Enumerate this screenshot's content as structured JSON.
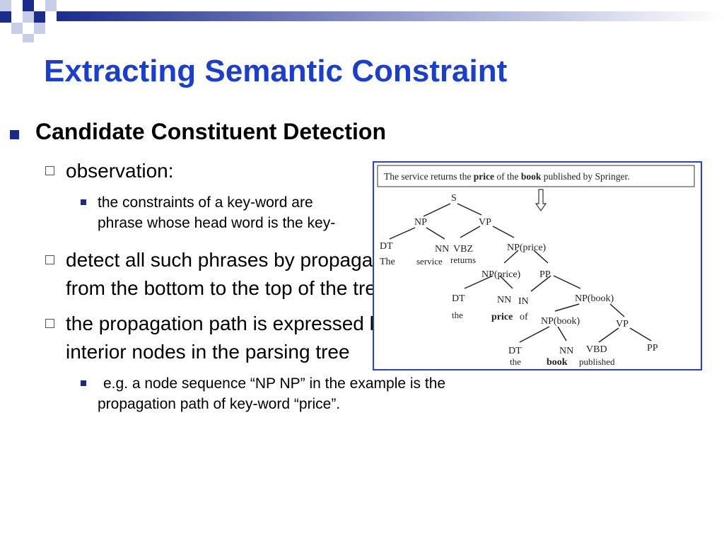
{
  "slide": {
    "title": "Extracting Semantic Constraint",
    "bullet_main": "Candidate Constituent Detection",
    "sub1": "observation:",
    "sub1_detail": [
      "the constraints of a key-word are",
      "phrase whose head word is the key-"
    ],
    "sub2": [
      "detect all such phrases by propagating",
      "from the bottom to the top of the tree"
    ],
    "sub3": [
      "the propagation path is expressed by",
      "interior nodes in the parsing tree"
    ],
    "sub3_detail": [
      "e.g. a node sequence “NP NP” in the example is the",
      "propagation path of key-word “price”."
    ]
  },
  "figure": {
    "sentence_parts": [
      "The service returns the ",
      "price",
      " of the ",
      "book",
      " published by Springer."
    ],
    "nodes": {
      "s": "S",
      "np1": "NP",
      "vp1": "VP",
      "dt1": "DT",
      "the1": "The",
      "nn1": "NN",
      "service": "service",
      "vbz": "VBZ",
      "returns": "returns",
      "np_price1": "NP(price)",
      "np_price2": "NP(price)",
      "pp1": "PP",
      "dt2": "DT",
      "the2": "the",
      "nn2": "NN",
      "in1": "IN",
      "price": "price",
      "of": "of",
      "np_book1": "NP(book)",
      "np_book2": "NP(book)",
      "vp2": "VP",
      "dt3": "DT",
      "the3": "the",
      "nn3": "NN",
      "book": "book",
      "vbd": "VBD",
      "published": "published",
      "pp2": "PP"
    }
  }
}
